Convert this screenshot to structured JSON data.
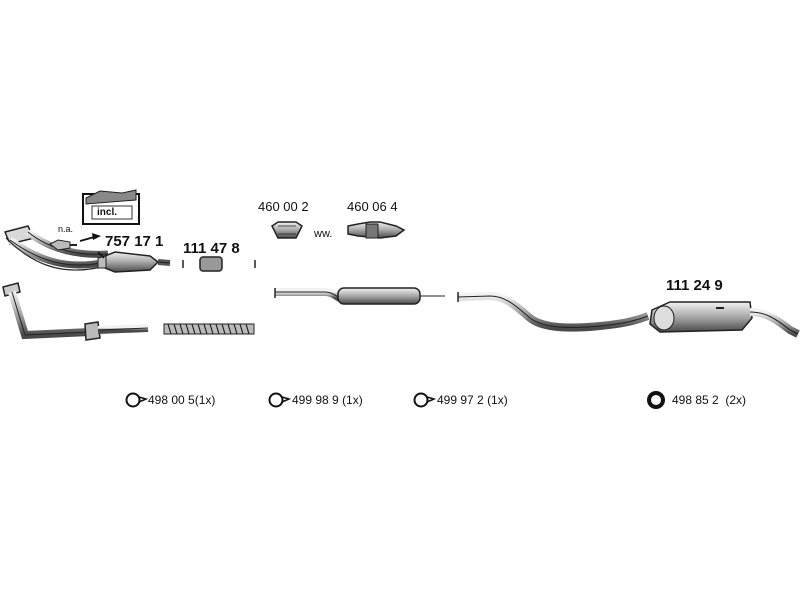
{
  "parts": {
    "incl_label": "incl.",
    "na_label": "n.a.",
    "front_pipe": "757 17 1",
    "flex_pipe": "111 47 8",
    "adapter_a": "460 00 2",
    "adapter_b": "460 06 4",
    "alt_label": "ww.",
    "rear_silencer": "111 24 9"
  },
  "hardware": [
    {
      "part": "498 00 5",
      "qty": "(1x)"
    },
    {
      "part": "499 98 9",
      "qty": "(1x)"
    },
    {
      "part": "499 97 2",
      "qty": "(1x)"
    },
    {
      "part": "498 85 2",
      "qty": "(2x)"
    }
  ]
}
